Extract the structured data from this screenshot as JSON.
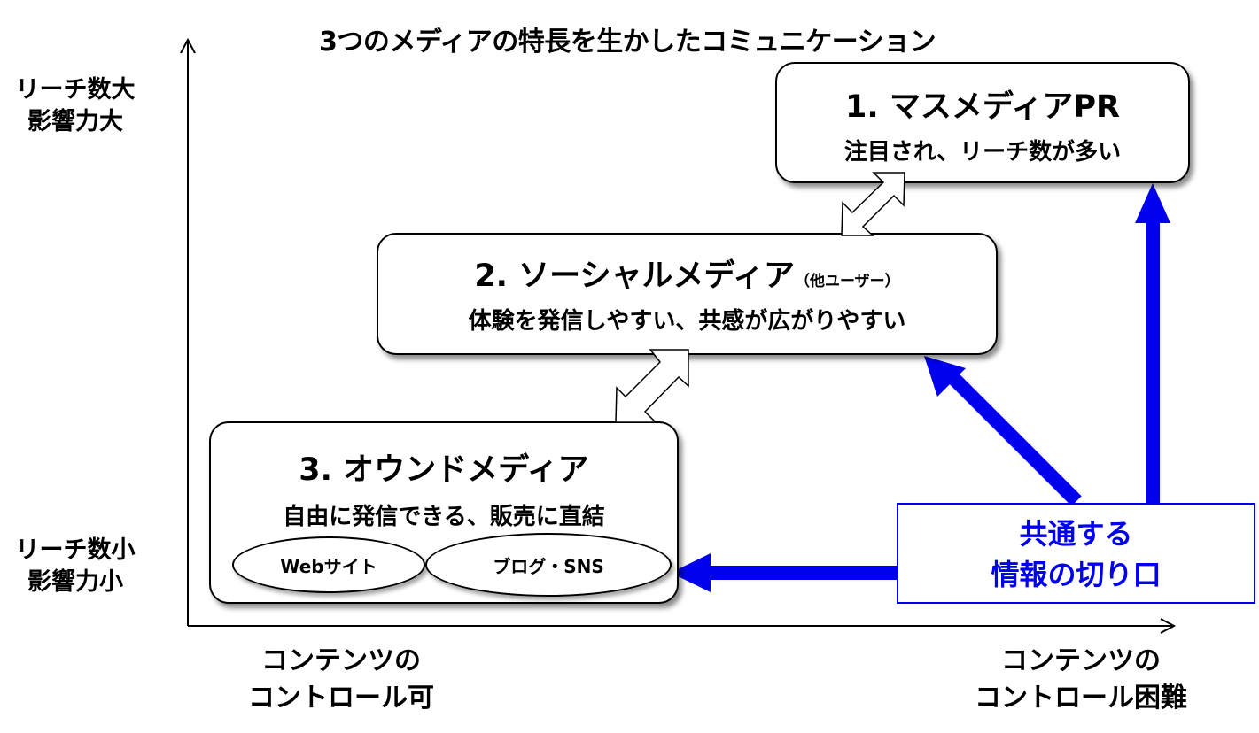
{
  "title": "3つのメディアの特長を生かしたコミュニケーション",
  "axes": {
    "y_top": [
      "リーチ数大",
      "影響力大"
    ],
    "y_bottom": [
      "リーチ数小",
      "影響力小"
    ],
    "x_left": [
      "コンテンツの",
      "コントロール可"
    ],
    "x_right": [
      "コンテンツの",
      "コントロール困難"
    ]
  },
  "media": [
    {
      "heading": "1. マスメディアPR",
      "note": "",
      "description": "注目され、リーチ数が多い"
    },
    {
      "heading": "2. ソーシャルメディア",
      "note": "（他ユーザー）",
      "description": "体験を発信しやすい、共感が広がりやすい"
    },
    {
      "heading": "3. オウンドメディア",
      "note": "",
      "description": "自由に発信できる、販売に直結",
      "channels": [
        "Webサイト",
        "ブログ・SNS"
      ]
    }
  ],
  "center": {
    "lines": [
      "共通する",
      "情報の切り口"
    ]
  },
  "colors": {
    "accent": "#0000ee",
    "line": "#000000",
    "background": "#ffffff"
  },
  "icons": {
    "double_arrow": "double-headed-arrow-icon",
    "arrow": "arrow-icon"
  }
}
